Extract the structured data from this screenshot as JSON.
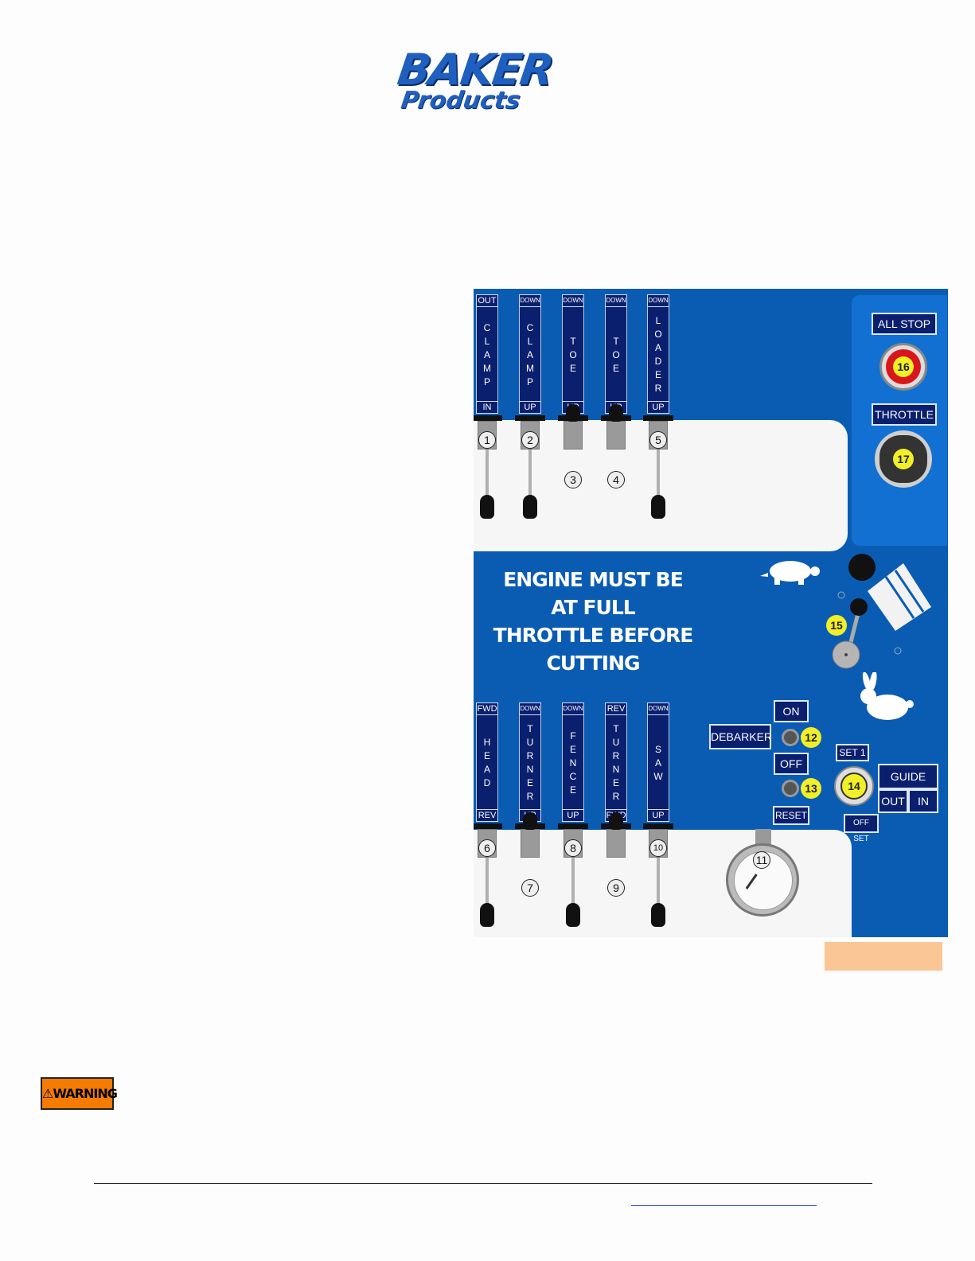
{
  "logo": {
    "line1": "BAKER",
    "line2": "Products"
  },
  "panel": {
    "top_switches": [
      {
        "top": "OUT",
        "word": "CLAMP",
        "bottom": "IN",
        "num": "1"
      },
      {
        "top": "DOWN",
        "word": "CLAMP",
        "bottom": "UP",
        "num": "2"
      },
      {
        "top": "DOWN",
        "word": "TOE",
        "bottom": "UP",
        "num": "3"
      },
      {
        "top": "DOWN",
        "word": "TOE",
        "bottom": "UP",
        "num": "4"
      },
      {
        "top": "DOWN",
        "word": "LOADER",
        "bottom": "UP",
        "num": "5"
      }
    ],
    "bottom_switches": [
      {
        "top": "FWD",
        "word": "HEAD",
        "bottom": "REV",
        "num": "6"
      },
      {
        "top": "DOWN",
        "word": "TURNER",
        "bottom": "UP",
        "num": "7"
      },
      {
        "top": "DOWN",
        "word": "FENCE",
        "bottom": "UP",
        "num": "8"
      },
      {
        "top": "REV",
        "word": "TURNER",
        "bottom": "FWD",
        "num": "9"
      },
      {
        "top": "DOWN",
        "word": "SAW",
        "bottom": "UP",
        "num": "10"
      }
    ],
    "all_stop": {
      "label": "ALL STOP",
      "num": "16"
    },
    "throttle": {
      "label": "THROTTLE",
      "num": "17"
    },
    "engine_line1": "ENGINE MUST BE AT FULL",
    "engine_line2": "THROTTLE BEFORE CUTTING",
    "speed_lever_num": "15",
    "debarker": {
      "label": "DEBARKER",
      "on": "ON",
      "off": "OFF",
      "reset": "RESET",
      "on_num": "12",
      "off_num": "13"
    },
    "guide": {
      "label": "GUIDE",
      "out": "OUT",
      "in": "IN",
      "set": "SET 1",
      "offset": "OFF SET",
      "num": "14"
    },
    "gauge_num": "11"
  },
  "warning_label": "⚠WARNING"
}
